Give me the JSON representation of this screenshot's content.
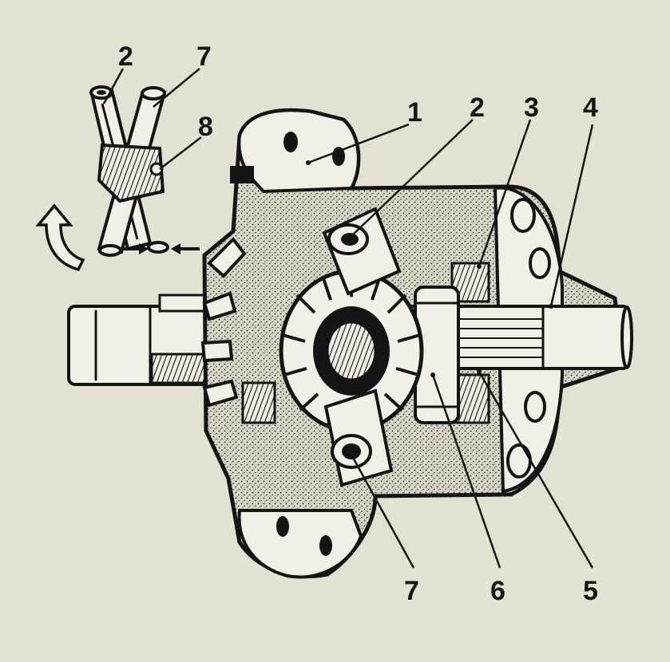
{
  "figure": {
    "title": "Limited-slip differential cutaway",
    "callouts": {
      "c1": "1",
      "c2_top": "2",
      "c2_main": "2",
      "c3": "3",
      "c4": "4",
      "c5": "5",
      "c6": "6",
      "c7_top": "7",
      "c7_bottom": "7",
      "c8": "8"
    }
  },
  "colors": {
    "paper": "#e4e1d4",
    "ink": "#141414",
    "stipple": "#c9c5b6"
  }
}
